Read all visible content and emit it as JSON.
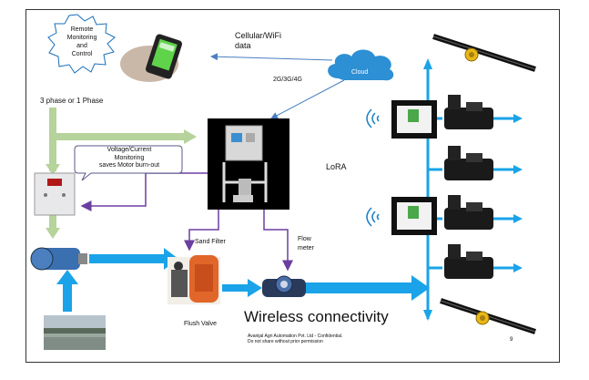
{
  "labels": {
    "remote_monitoring": [
      "Remote",
      "Monitoring",
      "and",
      "Control"
    ],
    "cellular_wifi": [
      "Cellular/WiFi",
      "data"
    ],
    "cloud": "Cloud",
    "network": "2G/3G/4G",
    "phase": "3 phase or 1 Phase",
    "voltage_monitoring": [
      "Voltage/Current",
      "Monitoring",
      "saves Motor burn-out"
    ],
    "lora": "LoRA",
    "sand_filter": "Sand Filter",
    "flow_meter": [
      "Flow",
      "meter"
    ],
    "flush_valve": "Flush Valve",
    "wireless": "Wireless connectivity",
    "footer": [
      "Avanijal Agri Automation Pvt. Ltd - Confidential.",
      "Do not share without prior permission"
    ],
    "page_number": "9"
  },
  "colors": {
    "pipe_blue": "#1aa3e8",
    "power_green": "#b5d39a",
    "signal_purple": "#6b3fa0",
    "cloud_blue": "#2d8fd4",
    "controller_bg": "#000000",
    "valve_black": "#1a1a1a",
    "filter_orange": "#e0662a",
    "pipe_yellow": "#e8b818"
  }
}
